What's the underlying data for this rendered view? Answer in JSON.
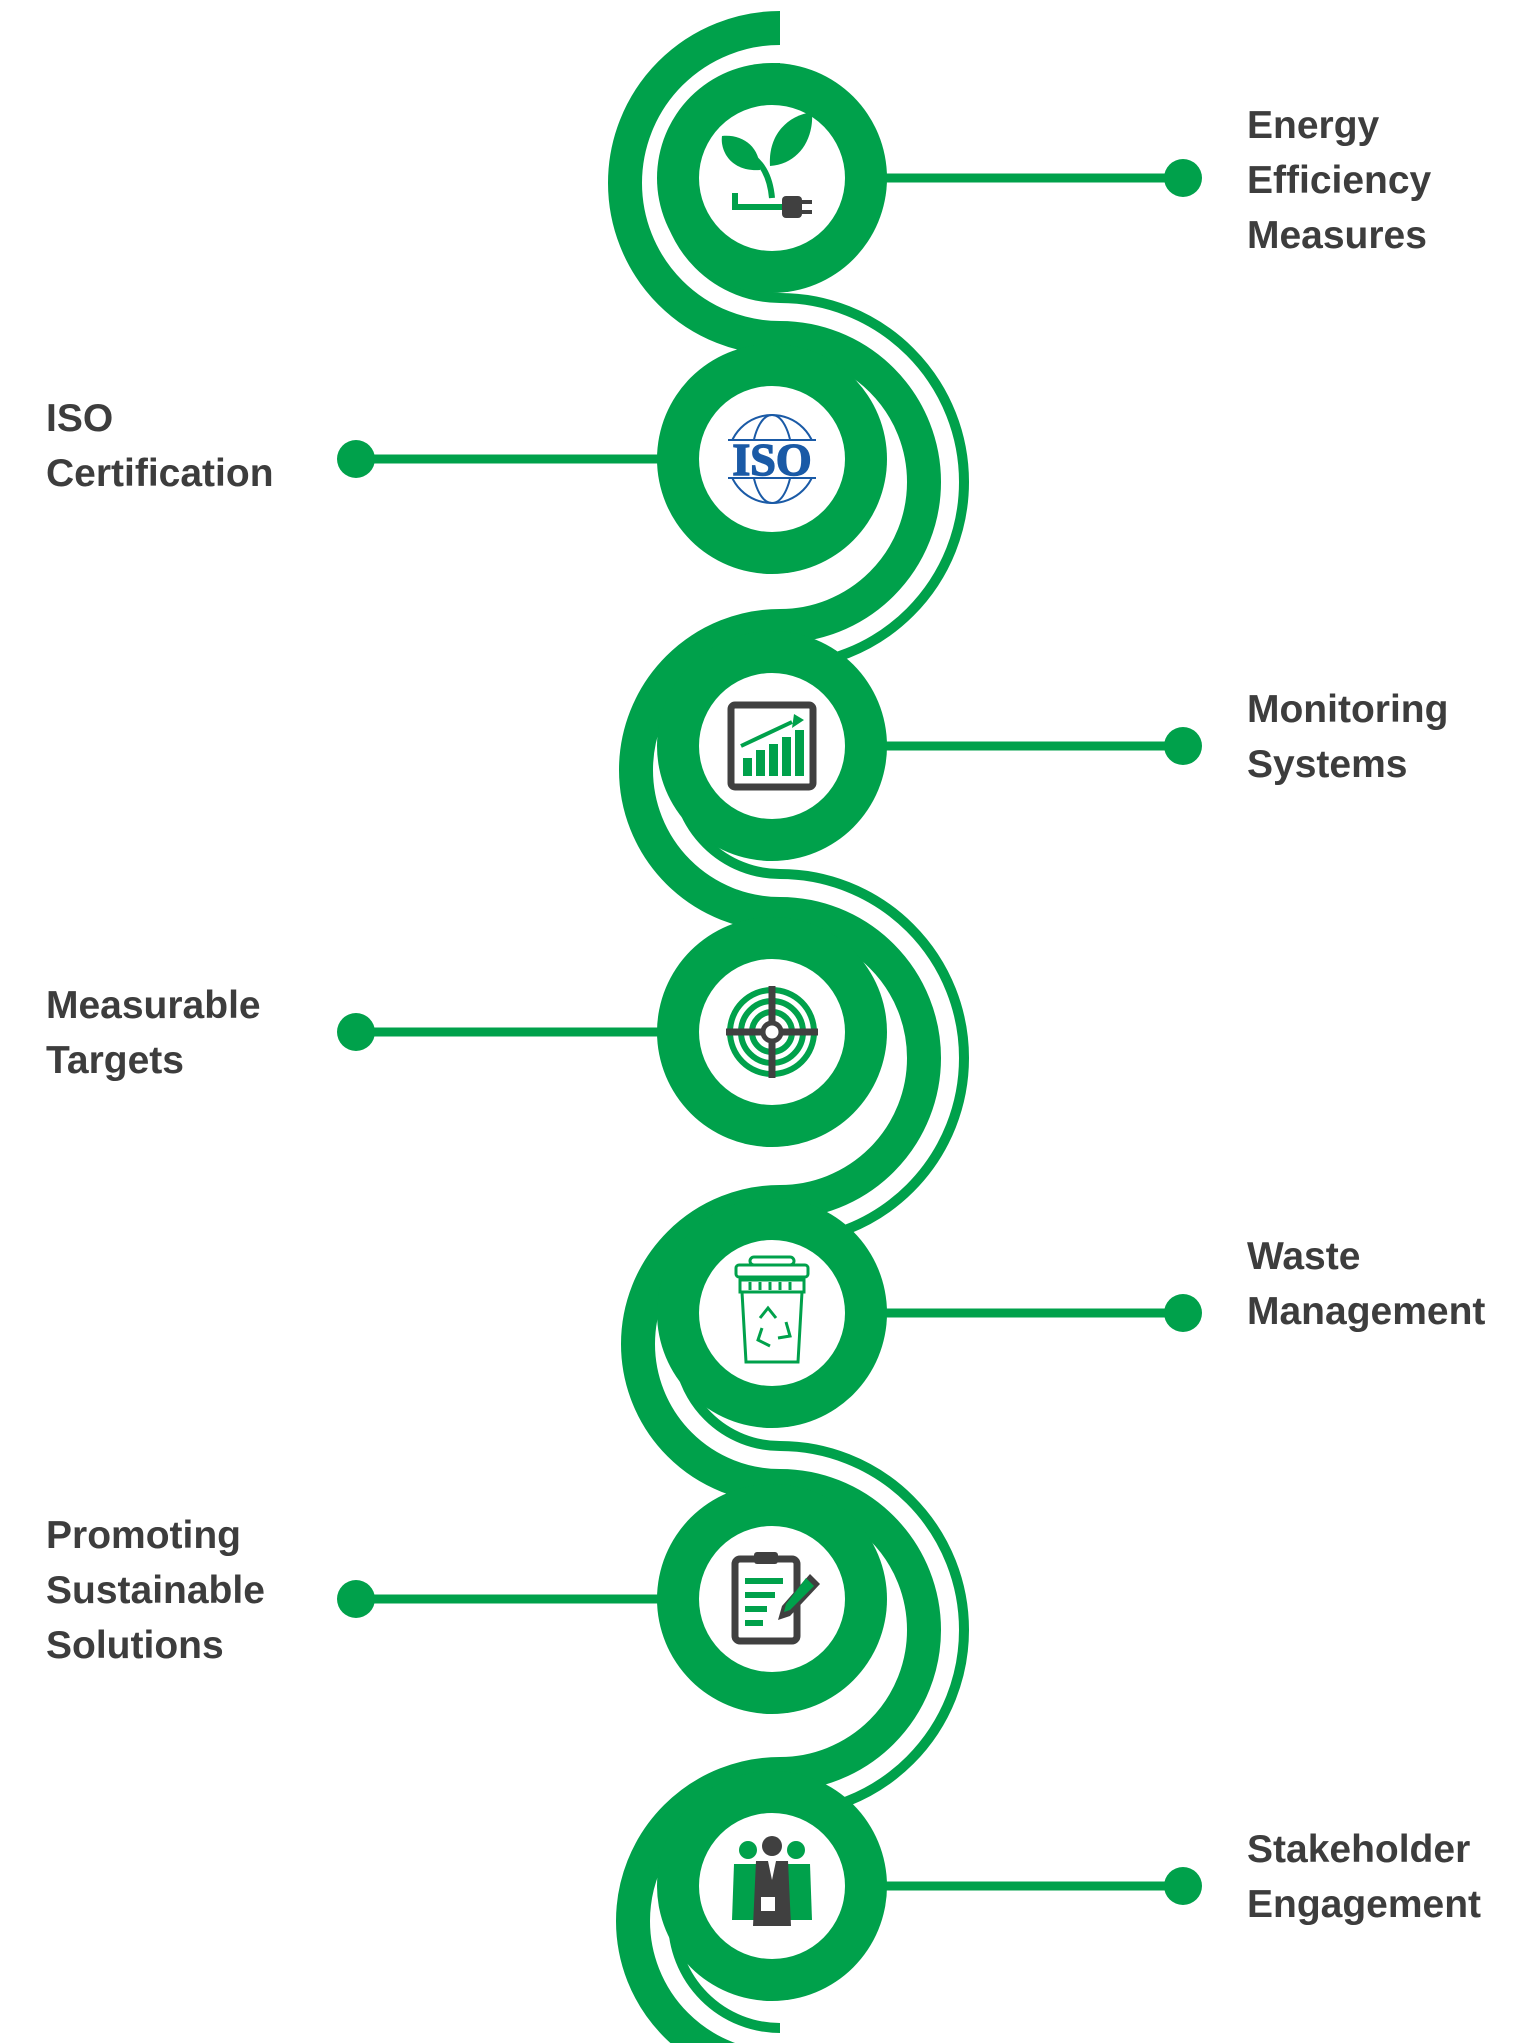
{
  "colors": {
    "accent": "#00a14b",
    "text": "#3d3d3d",
    "icon_dark": "#404040",
    "iso_blue": "#1a5aa6",
    "background": "#ffffff"
  },
  "steps": [
    {
      "lines": [
        "Energy",
        "Efficiency",
        "Measures"
      ],
      "icon": "plant-plug-icon",
      "side": "right"
    },
    {
      "lines": [
        "ISO",
        "Certification"
      ],
      "icon": "iso-logo-icon",
      "side": "left",
      "icon_text": "ISO"
    },
    {
      "lines": [
        "Monitoring",
        "Systems"
      ],
      "icon": "growth-chart-icon",
      "side": "right"
    },
    {
      "lines": [
        "Measurable",
        "Targets"
      ],
      "icon": "target-crosshair-icon",
      "side": "left"
    },
    {
      "lines": [
        "Waste",
        "Management"
      ],
      "icon": "recycle-bin-icon",
      "side": "right"
    },
    {
      "lines": [
        "Promoting",
        "Sustainable",
        "Solutions"
      ],
      "icon": "clipboard-pencil-icon",
      "side": "left"
    },
    {
      "lines": [
        "Stakeholder",
        "Engagement"
      ],
      "icon": "team-people-icon",
      "side": "right"
    }
  ]
}
